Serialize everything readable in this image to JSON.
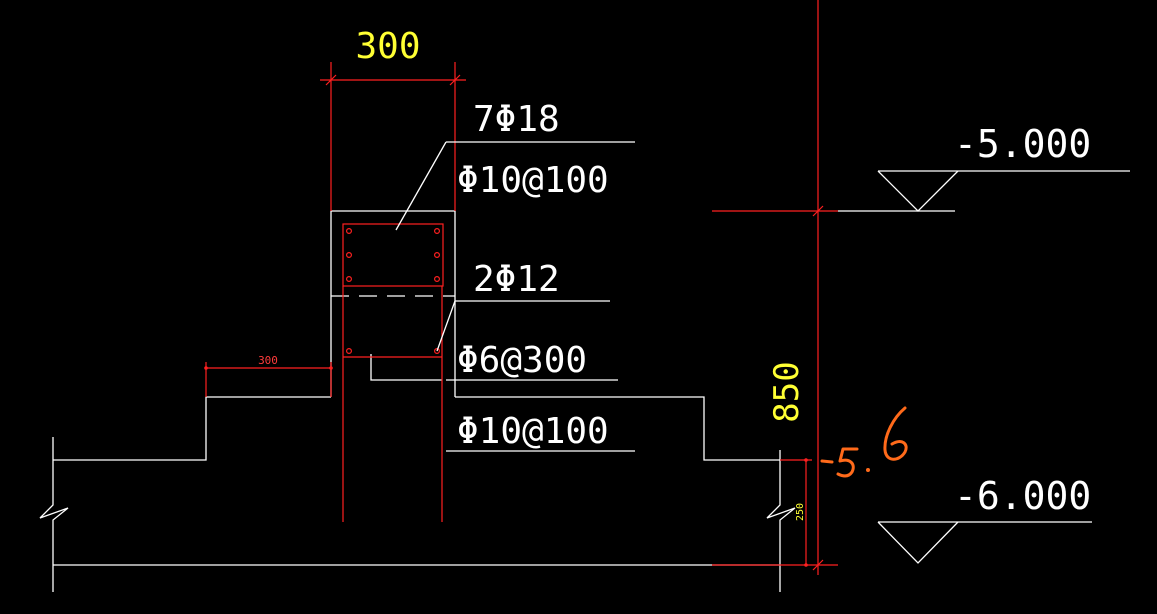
{
  "drawing": {
    "dim_top_width": "300",
    "dim_step_width": "300",
    "dim_height": "850",
    "dim_small_height": "250",
    "callout_top_bars": "7Φ18",
    "callout_top_stirrup": "Φ10@100",
    "callout_mid_bars": "2Φ12",
    "callout_mid_tie": "Φ6@300",
    "callout_bottom_stirrup": "Φ10@100",
    "elevation_upper": "-5.000",
    "elevation_lower": "-6.000",
    "handwritten_note": "-5.6"
  },
  "colors": {
    "background": "#000000",
    "linework": "#ffffff",
    "reinforcement": "#ff2020",
    "dimension_text": "#ffff33",
    "handwriting": "#ff6a1a"
  }
}
